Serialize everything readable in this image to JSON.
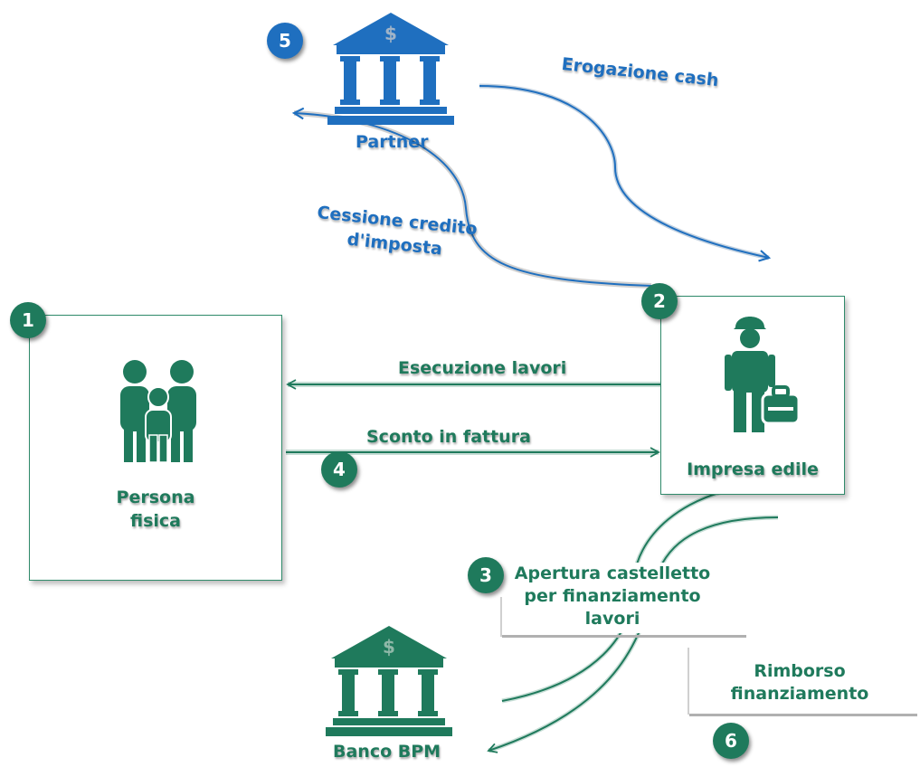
{
  "colors": {
    "green": "#1f7a5c",
    "blue": "#1f6fbf"
  },
  "nodes": {
    "persona": {
      "number": "1",
      "label_line1": "Persona",
      "label_line2": "fisica",
      "icon": "family-icon"
    },
    "impresa": {
      "number": "2",
      "label": "Impresa edile",
      "icon": "construction-worker-icon"
    },
    "partner": {
      "number": "5",
      "label": "Partner",
      "icon": "bank-icon"
    },
    "banco": {
      "label": "Banco BPM",
      "icon": "bank-icon"
    }
  },
  "flows": {
    "erogazione": {
      "label": "Erogazione cash"
    },
    "cessione": {
      "label_line1": "Cessione credito",
      "label_line2": "d'imposta"
    },
    "esecuzione": {
      "label": "Esecuzione lavori"
    },
    "sconto": {
      "number": "4",
      "label": "Sconto in fattura"
    },
    "apertura": {
      "number": "3",
      "label_line1": "Apertura castelletto",
      "label_line2": "per finanziamento",
      "label_line3": "lavori"
    },
    "rimborso": {
      "number": "6",
      "label_line1": "Rimborso",
      "label_line2": "finanziamento"
    }
  }
}
